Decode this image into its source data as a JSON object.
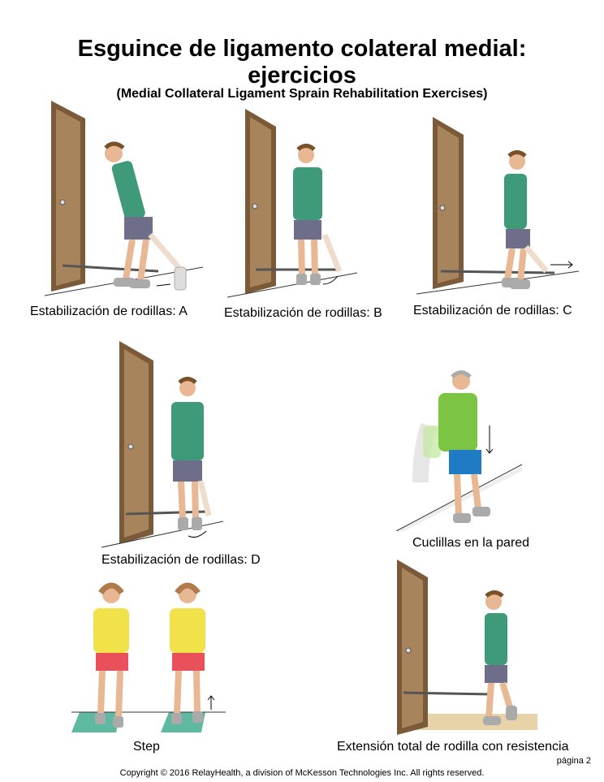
{
  "document": {
    "title_line1": "Esguince de ligamento colateral medial:",
    "title_line2": "ejercicios",
    "subtitle": "(Medial Collateral Ligament Sprain Rehabilitation Exercises)",
    "captions": {
      "a": "Estabilización de rodillas: A",
      "b": "Estabilización de rodillas: B",
      "c": "Estabilización de rodillas: C",
      "d": "Estabilización de rodillas: D",
      "wall_squat": "Cuclillas en la pared",
      "step": "Step",
      "knee_extension": "Extensión total de rodilla con resistencia"
    },
    "page_label": "página 2",
    "copyright": "Copyright © 2016 RelayHealth, a division of McKesson Technologies Inc. All rights reserved."
  },
  "colors": {
    "door": "#a8845c",
    "door_frame": "#7a5a38",
    "teal_shirt": "#3f9a7a",
    "shorts": "#6e6e8a",
    "green_shirt": "#7cc444",
    "blue_shorts": "#1f7cc4",
    "yellow_shirt": "#f2e24a",
    "red_shorts": "#e8505a",
    "step_block": "#5fb8a0",
    "floor": "#e8d2a8"
  }
}
